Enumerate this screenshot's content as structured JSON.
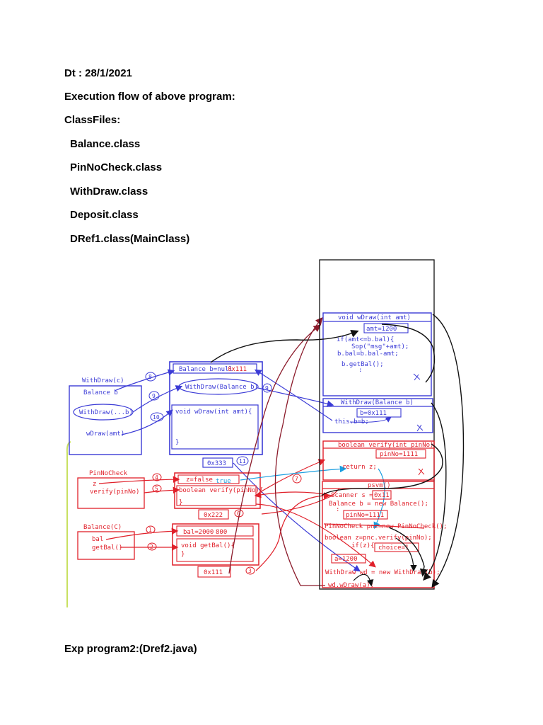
{
  "header": {
    "date": "Dt : 28/1/2021",
    "heading": "Execution flow of above program:",
    "classfiles_label": "ClassFiles:",
    "classfiles": [
      "Balance.class",
      "PinNoCheck.class",
      "WithDraw.class",
      "Deposit.class",
      "DRef1.class(MainClass)"
    ]
  },
  "diagram": {
    "withdraw_object": {
      "title": "WithDraw(c)",
      "items": [
        "Balance b",
        "WithDraw(...b)",
        "wDraw(amt)"
      ],
      "balance_field": "Balance b=null",
      "balance_field_value": "0x111",
      "constructor": "WithDraw(Balance b)",
      "method": "void wDraw(int amt){",
      "method_close": "}",
      "address": "0x333"
    },
    "pinnocheck_object": {
      "title": "PinNoCheck",
      "items": [
        "z",
        "verify(pinNo)"
      ],
      "field": "z=false",
      "field_new": "true",
      "method": "boolean verify(pinNo){",
      "method_close": "}",
      "address": "0x222"
    },
    "balance_object": {
      "title": "Balance(C)",
      "items": [
        "bal",
        "getBal()"
      ],
      "field": "bal=2000",
      "field_new": "800",
      "method": "void getBal(){",
      "method_close": "}",
      "address": "0x111"
    },
    "step_numbers": [
      "1",
      "2",
      "3",
      "4",
      "5",
      "6",
      "7",
      "8",
      "9",
      "10",
      "11"
    ],
    "stack": {
      "wdraw_frame": {
        "title": "void wDraw(int amt)",
        "param": "amt=1200",
        "lines": [
          "if(amt<=b.bal){",
          "Sop(\"msg\"+amt);",
          "b.bal=b.bal-amt;",
          "b.getBal();"
        ]
      },
      "withdraw_frame": {
        "title": "WithDraw(Balance b)",
        "param": "b=0x111",
        "lines": [
          "this.b=b;"
        ]
      },
      "verify_frame": {
        "title": "boolean verify(int pinNo)",
        "param": "pinNo=1111",
        "lines": [
          "return z;"
        ]
      },
      "psvm_frame": {
        "title": "psvm()",
        "lines": [
          "Scanner s = ",
          "Balance b = new Balance();",
          "PinNoCheck pnc=new PinNoCheck();",
          "boolean z=pnc.verify(pinNo);",
          "if(z){",
          "WithDraw wd = new WithDraw(b);",
          "wd.wDraw(a);"
        ],
        "scanner_box": "0x11",
        "pinno_box": "pinNo=1111",
        "choice_box": "choice=1",
        "amount_box": "a=1200",
        "dots": ":"
      }
    }
  },
  "footer": {
    "program_label": "Exp program2:(Dref2.java)"
  },
  "colors": {
    "blue": "#3b3bd6",
    "red": "#e0202a",
    "darkred": "#8b1a2a",
    "cyan": "#1a9ee0",
    "green": "#c8e060",
    "black": "#111111"
  }
}
